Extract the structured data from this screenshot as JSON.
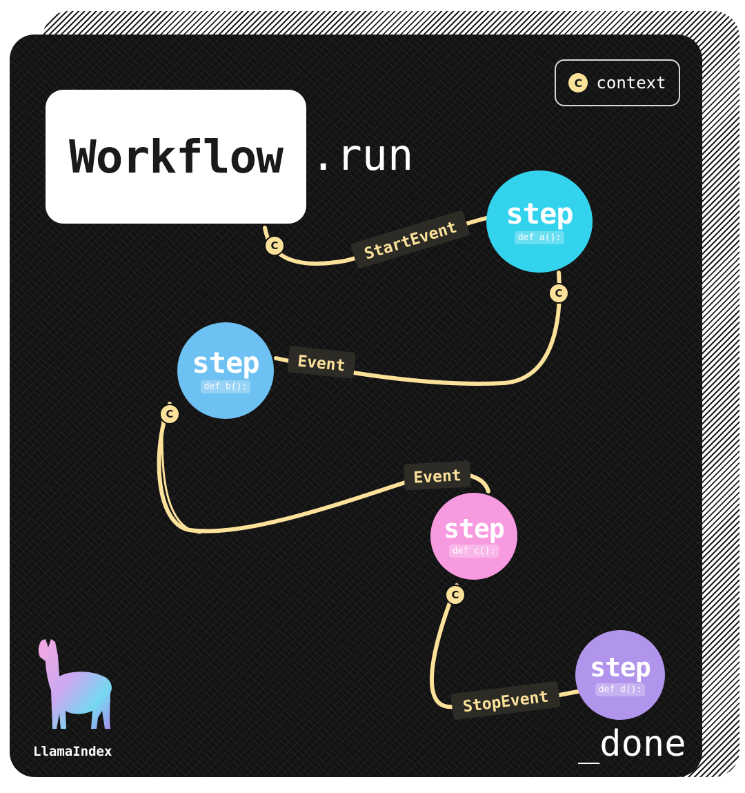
{
  "title": {
    "main": "Workflow",
    "suffix": ".run"
  },
  "legend": {
    "chip": "C",
    "label": "context",
    "chip_color": "#fbe19a"
  },
  "colors": {
    "edge": "#fbe19a",
    "node_a": "#33d3ee",
    "node_b": "#6ec1f3",
    "node_c": "#f79ae0",
    "node_d": "#b194ec"
  },
  "nodes": [
    {
      "id": "a",
      "word": "step",
      "def": "def a():"
    },
    {
      "id": "b",
      "word": "step",
      "def": "def b():"
    },
    {
      "id": "c",
      "word": "step",
      "def": "def c():"
    },
    {
      "id": "d",
      "word": "step",
      "def": "def d():"
    }
  ],
  "edges": [
    {
      "label": "StartEvent",
      "from": "Workflow",
      "to": "a"
    },
    {
      "label": "Event",
      "from": "a",
      "to": "b"
    },
    {
      "label": "Event",
      "from": "b",
      "to": "c"
    },
    {
      "label": "StopEvent",
      "from": "c",
      "to": "d"
    }
  ],
  "context_chip": "C",
  "done_label": "_done",
  "brand": {
    "name": "LlamaIndex",
    "logo_icon": "llama-logo-icon"
  }
}
